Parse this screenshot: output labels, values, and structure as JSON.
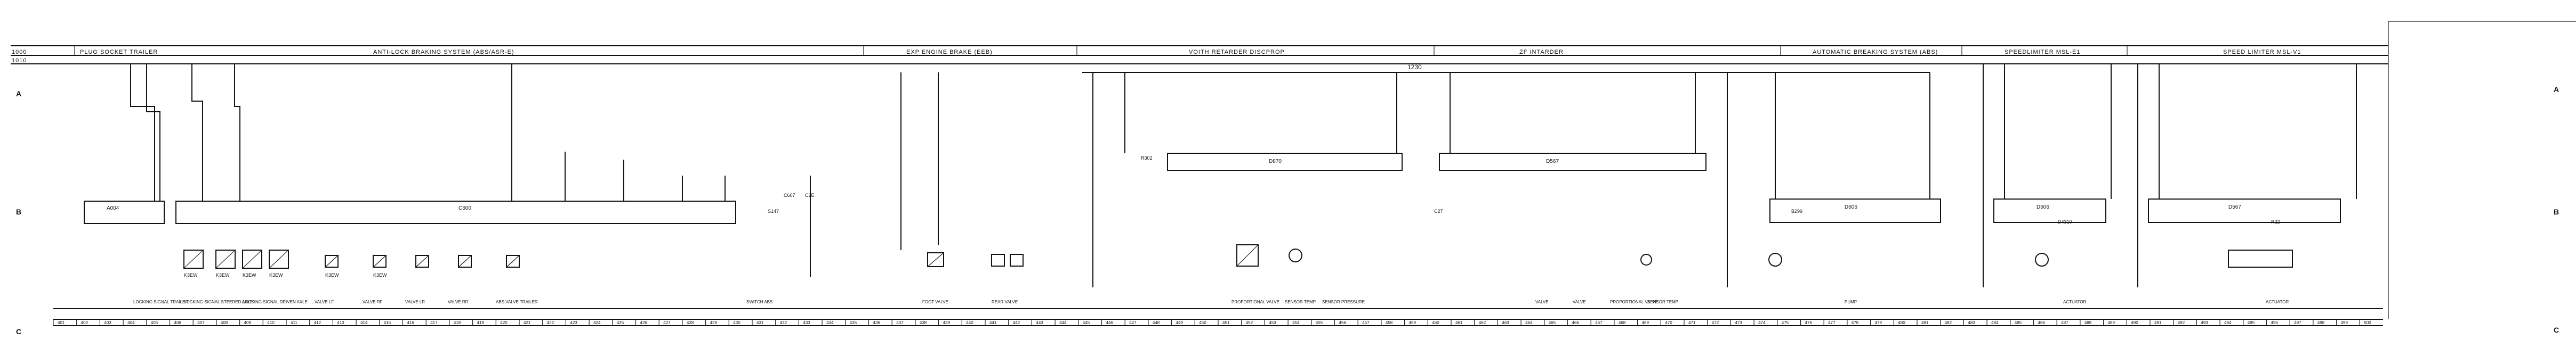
{
  "title_strip": {
    "left_codes": [
      "1000",
      "1010"
    ],
    "bus_label": "1230"
  },
  "sections": [
    {
      "id": "plug-socket",
      "title": "PLUG SOCKET TRAILER"
    },
    {
      "id": "abs",
      "title": "ANTI-LOCK BRAKING SYSTEM (ABS/ASR-E)"
    },
    {
      "id": "exhaust-brake",
      "title": "EXP ENGINE BRAKE (EEB)"
    },
    {
      "id": "voith",
      "title": "VOITH RETARDER DISCPROP"
    },
    {
      "id": "zf",
      "title": "ZF INTARDER"
    },
    {
      "id": "auto-brake",
      "title": "AUTOMATIC BREAKING SYSTEM (ABS)"
    },
    {
      "id": "speedlimiter",
      "title": "SPEEDLIMITER MSL-E1"
    },
    {
      "id": "speed-limiter-2",
      "title": "SPEED LIMITER MSL-V1"
    }
  ],
  "row_labels": [
    "A",
    "B",
    "C"
  ],
  "control_units": [
    "A004",
    "C600",
    "D870",
    "D567",
    "D606",
    "D606",
    "D567"
  ],
  "component_codes": [
    "K3EW",
    "K3EW",
    "K3EW",
    "K3EW",
    "K3EW",
    "K3EW",
    "S147",
    "C607",
    "C2E",
    "C2T",
    "R302",
    "B299",
    "D4310",
    "R22"
  ],
  "bottom_labels": [
    "LOCKING SIGNAL TRAILER",
    "LOCKING SIGNAL STEERED AXLE",
    "LOCKING SIGNAL DRIVEN AXLE",
    "VALVE LF",
    "VALVE RF",
    "VALVE LR",
    "VALVE RR",
    "ABS VALVE TRAILER",
    "SWITCH ABS",
    "FOOT VALVE",
    "REAR VALVE",
    "PROPORTIONAL VALVE",
    "SENSOR TEMP",
    "SENSOR PRESSURE",
    "VALVE",
    "VALVE",
    "PROPORTIONAL VALVE",
    "SENSOR TEMP",
    "PUMP",
    "ACTUATOR",
    "ACTUATOR"
  ],
  "grid_numbers": [
    "401",
    "402",
    "403",
    "404",
    "405",
    "406",
    "407",
    "408",
    "409",
    "410",
    "411",
    "412",
    "413",
    "414",
    "415",
    "416",
    "417",
    "418",
    "419",
    "420",
    "421",
    "422",
    "423",
    "424",
    "425",
    "426",
    "427",
    "428",
    "429",
    "430",
    "431",
    "432",
    "433",
    "434",
    "435",
    "436",
    "437",
    "438",
    "439",
    "440",
    "441",
    "442",
    "443",
    "444",
    "445",
    "446",
    "447",
    "448",
    "449",
    "450",
    "451",
    "452",
    "453",
    "454",
    "455",
    "456",
    "457",
    "458",
    "459",
    "460",
    "461",
    "462",
    "463",
    "464",
    "465",
    "466",
    "467",
    "468",
    "469",
    "470",
    "471",
    "472",
    "473",
    "474",
    "475",
    "476",
    "477",
    "478",
    "479",
    "480",
    "481",
    "482",
    "483",
    "484",
    "485",
    "486",
    "487",
    "488",
    "489",
    "490",
    "491",
    "492",
    "493",
    "494",
    "495",
    "496",
    "497",
    "498",
    "499",
    "500"
  ]
}
